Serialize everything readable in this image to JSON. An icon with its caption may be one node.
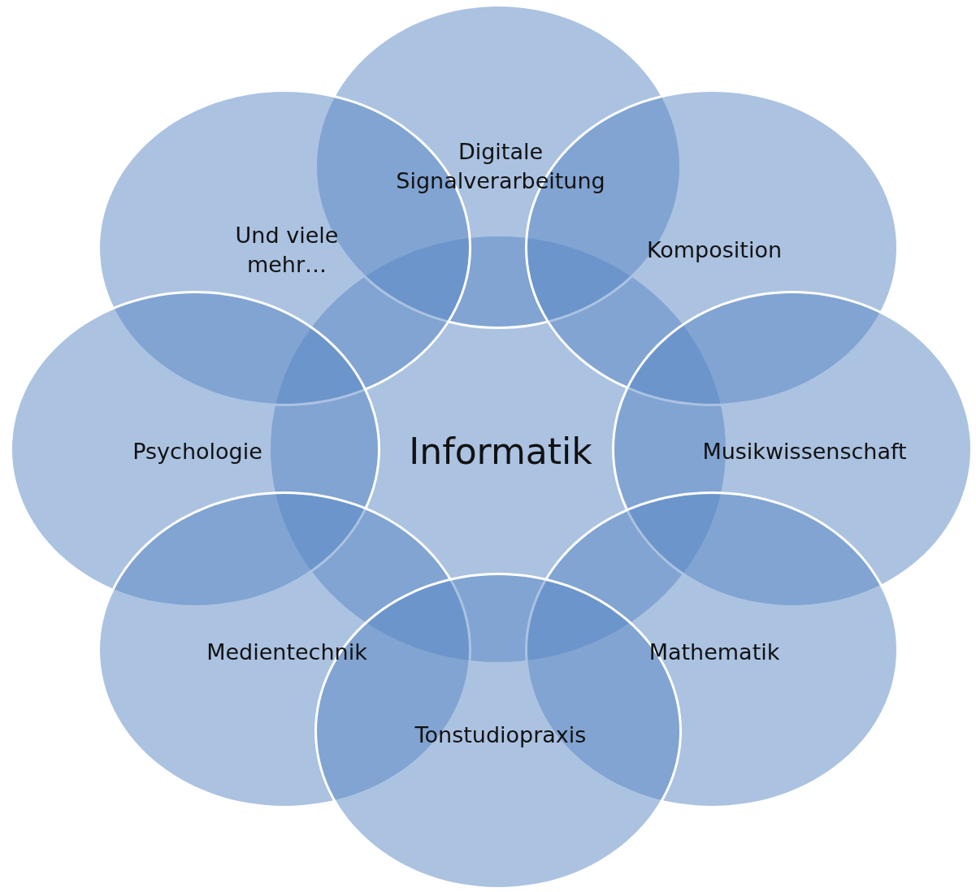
{
  "diagram": {
    "nodes": [
      {
        "text": [
          "Digitale Signalverarbeitung"
        ]
      },
      {
        "text": [
          "Und viele mehr…"
        ]
      },
      {
        "text": [
          "Komposition"
        ]
      },
      {
        "text": [
          "Informatik"
        ]
      },
      {
        "text": [
          "Psychologie"
        ]
      },
      {
        "text": [
          "Musikwissenschaft"
        ]
      },
      {
        "text": [
          "Medientechnik"
        ]
      },
      {
        "text": [
          "Mathematik"
        ]
      },
      {
        "text": [
          "Tonstudiopraxis"
        ]
      }
    ],
    "edges": []
  }
}
